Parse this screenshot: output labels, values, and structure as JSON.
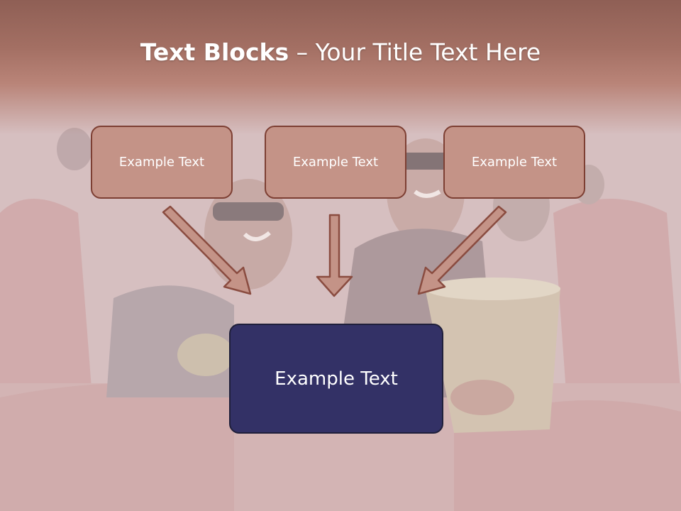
{
  "slide": {
    "title_bold": "Text Blocks",
    "title_dash": " – ",
    "title_rest": "Your Title Text Here"
  },
  "boxes": {
    "top_left": "Example Text",
    "top_center": "Example Text",
    "top_right": "Example Text",
    "bottom": "Example Text"
  },
  "colors": {
    "header_band": "#a36f63",
    "small_box_fill": "#c49387",
    "small_box_border": "#7d3f33",
    "big_box_fill": "#333166",
    "arrow_fill": "#c49387",
    "arrow_stroke": "#8a4c40"
  }
}
